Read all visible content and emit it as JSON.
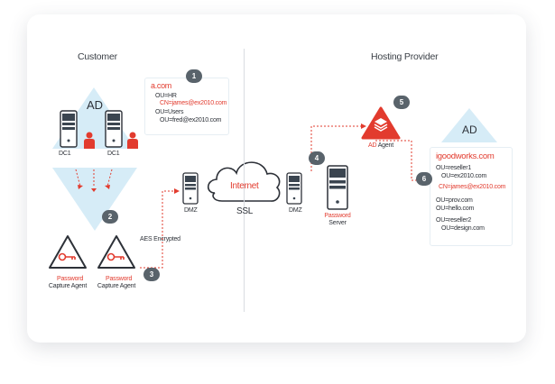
{
  "customer": {
    "title": "Customer",
    "ad_label": "AD",
    "dc1_left": "DC1",
    "dc1_right": "DC1",
    "domain_box": {
      "domain": "a.com",
      "line1": "OU=HR",
      "line2": "CN=james@ex2010.com",
      "line3": "OU=Users",
      "line4": "OU=fred@ex2010.com"
    },
    "agent_left": {
      "line1": "Password",
      "line2": "Capture Agent"
    },
    "agent_right": {
      "line1": "Password",
      "line2": "Capture Agent"
    },
    "aes_label": "AES Encrypted",
    "dmz_label": "DMZ"
  },
  "internet": {
    "line1": "Internet",
    "line2": "SSL"
  },
  "hosting": {
    "title": "Hosting Provider",
    "ad_label": "AD",
    "dmz_label": "DMZ",
    "password_server": {
      "line1": "Password",
      "line2": "Server"
    },
    "ad_agent": {
      "line1": "AD",
      "line2": "Agent"
    },
    "domain_box": {
      "domain": "igoodworks.com",
      "line1": "OU=reseller1",
      "line2": "OU=ex2010.com",
      "line3": "CN=james@ex2010.com",
      "line4": "OU=prov.com",
      "line5": "OU=hello.com",
      "line6": "OU=reseller2",
      "line7": "OU=design.com"
    }
  },
  "steps": [
    "1",
    "2",
    "3",
    "4",
    "5",
    "6"
  ],
  "colors": {
    "accent_red": "#e23b2e",
    "light_blue": "#d6ecf7",
    "badge_gray": "#59636b",
    "server_dark": "#3b4550"
  }
}
